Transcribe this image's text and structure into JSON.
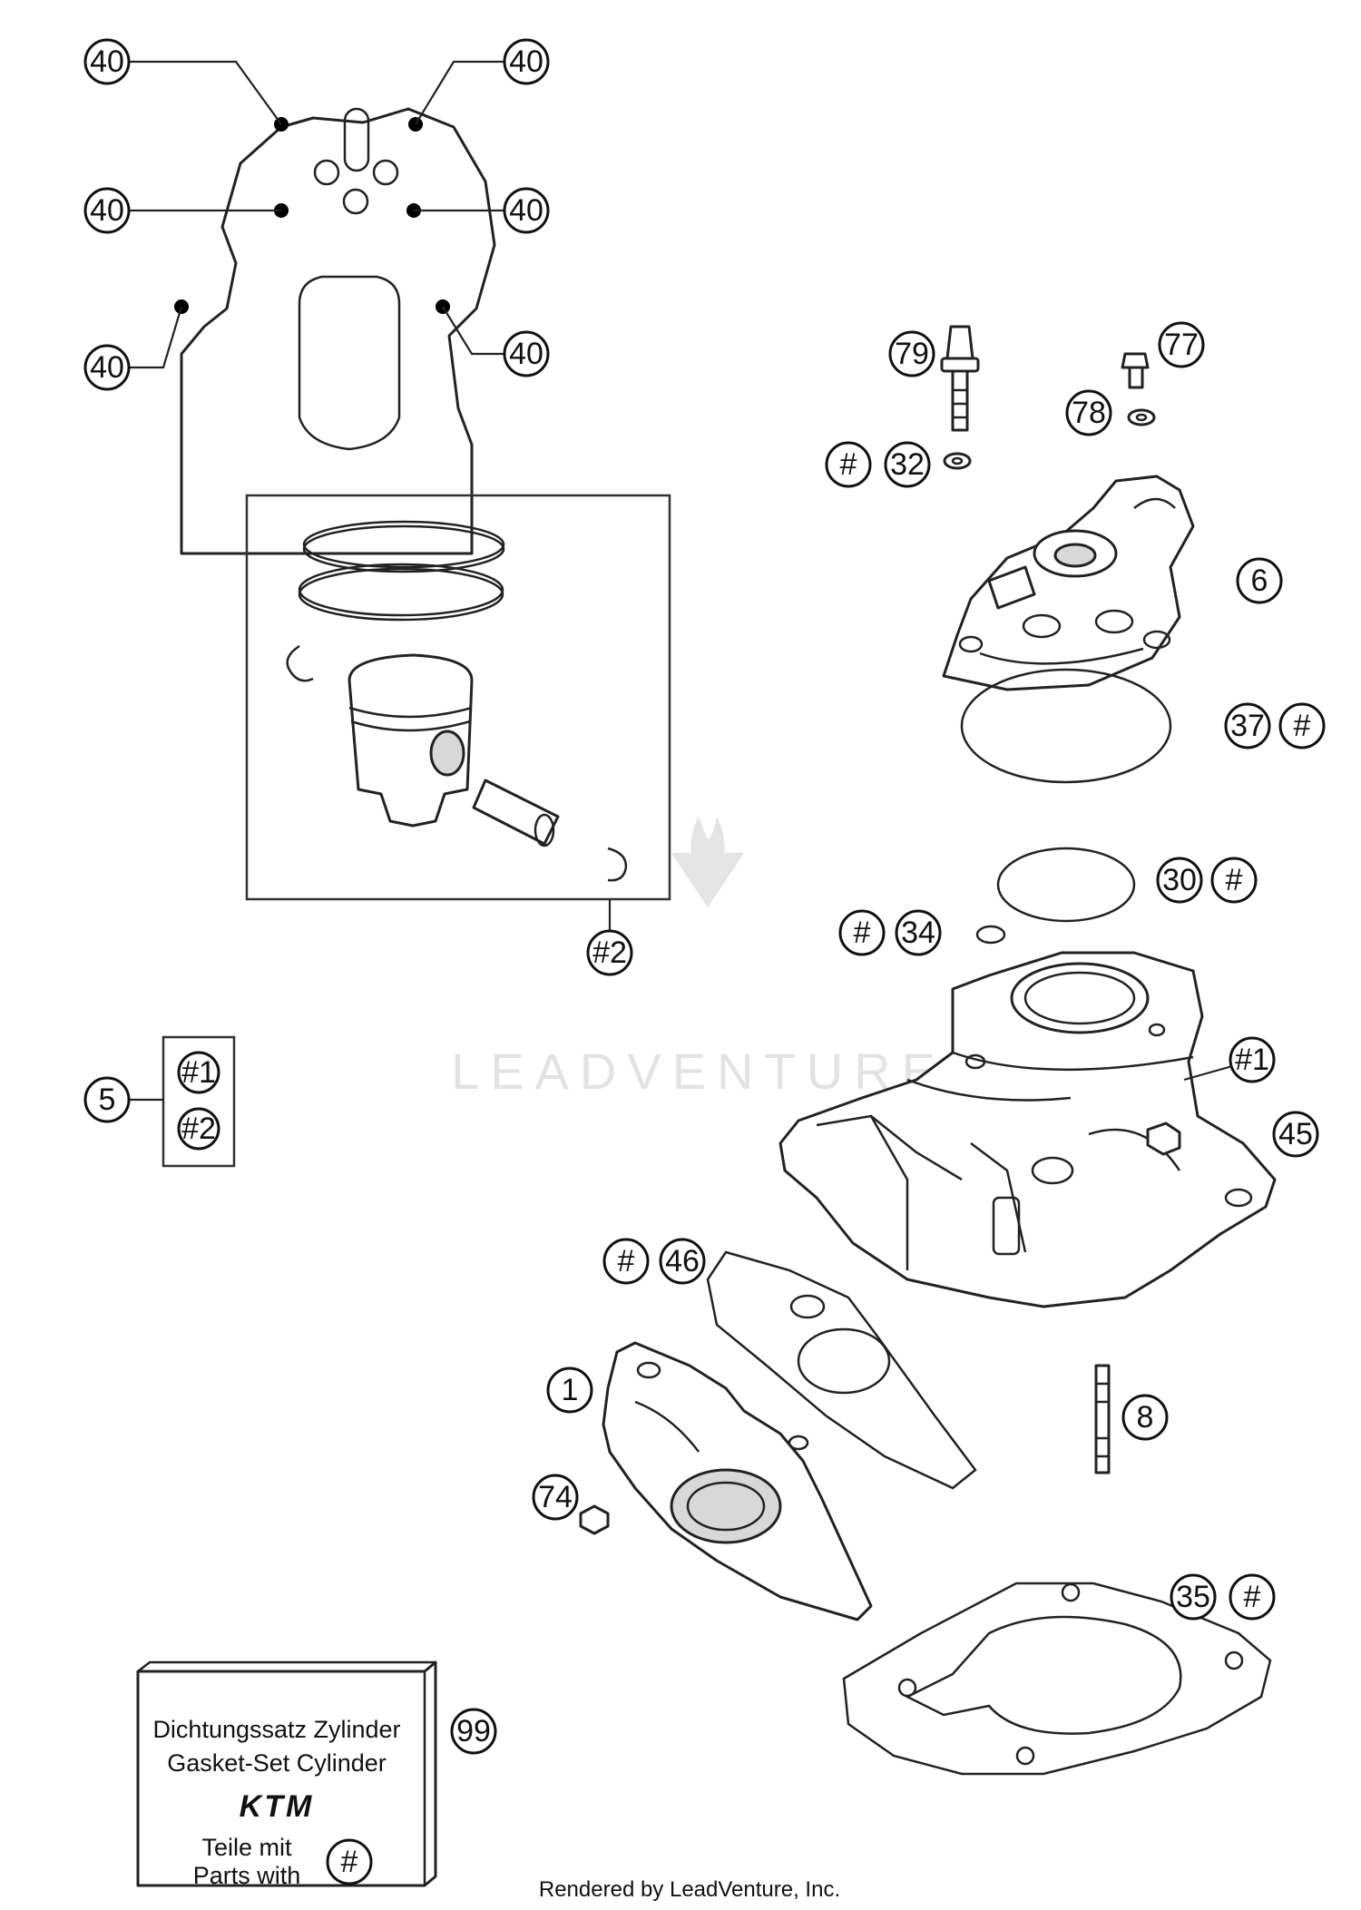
{
  "callouts": {
    "c40a": "40",
    "c40b": "40",
    "c40c": "40",
    "c40d": "40",
    "c40e": "40",
    "c40f": "40",
    "c79": "79",
    "c77": "77",
    "c78": "78",
    "c32hash": "#",
    "c32": "32",
    "c6": "6",
    "c37": "37",
    "c37hash": "#",
    "c30": "30",
    "c30hash": "#",
    "c34hash": "#",
    "c34": "34",
    "c2": "#2",
    "c1box": "#1",
    "c45": "45",
    "c5": "5",
    "c5a": "#1",
    "c5b": "#2",
    "c46hash": "#",
    "c46": "46",
    "c1": "1",
    "c8": "8",
    "c74": "74",
    "c35": "35",
    "c35hash": "#",
    "c99": "99",
    "kithash": "#"
  },
  "kit": {
    "line1": "Dichtungssatz Zylinder",
    "line2": "Gasket-Set Cylinder",
    "logo": "KTM",
    "line3": "Teile mit",
    "line4": "Parts with"
  },
  "watermark": "LEADVENTURE",
  "footer": "Rendered by LeadVenture, Inc."
}
